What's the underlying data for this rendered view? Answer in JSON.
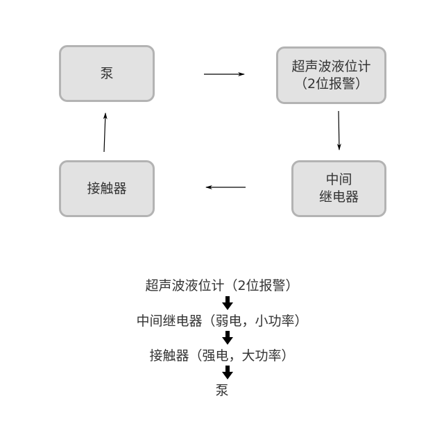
{
  "diagram": {
    "nodes": {
      "pump": {
        "label": "泵"
      },
      "sensor": {
        "line1": "超声波液位计",
        "line2": "（2位报警）"
      },
      "relay": {
        "line1": "中间",
        "line2": "继电器"
      },
      "contactor": {
        "label": "接触器"
      }
    }
  },
  "chain": {
    "step1": "超声波液位计（2位报警）",
    "step2": "中间继电器（弱电，小功率）",
    "step3": "接触器（强电，大功率）",
    "step4": "泵"
  },
  "colors": {
    "box_fill": "#e2e2e2",
    "box_border": "#b3b3b3",
    "text": "#333333",
    "arrow": "#000000"
  }
}
